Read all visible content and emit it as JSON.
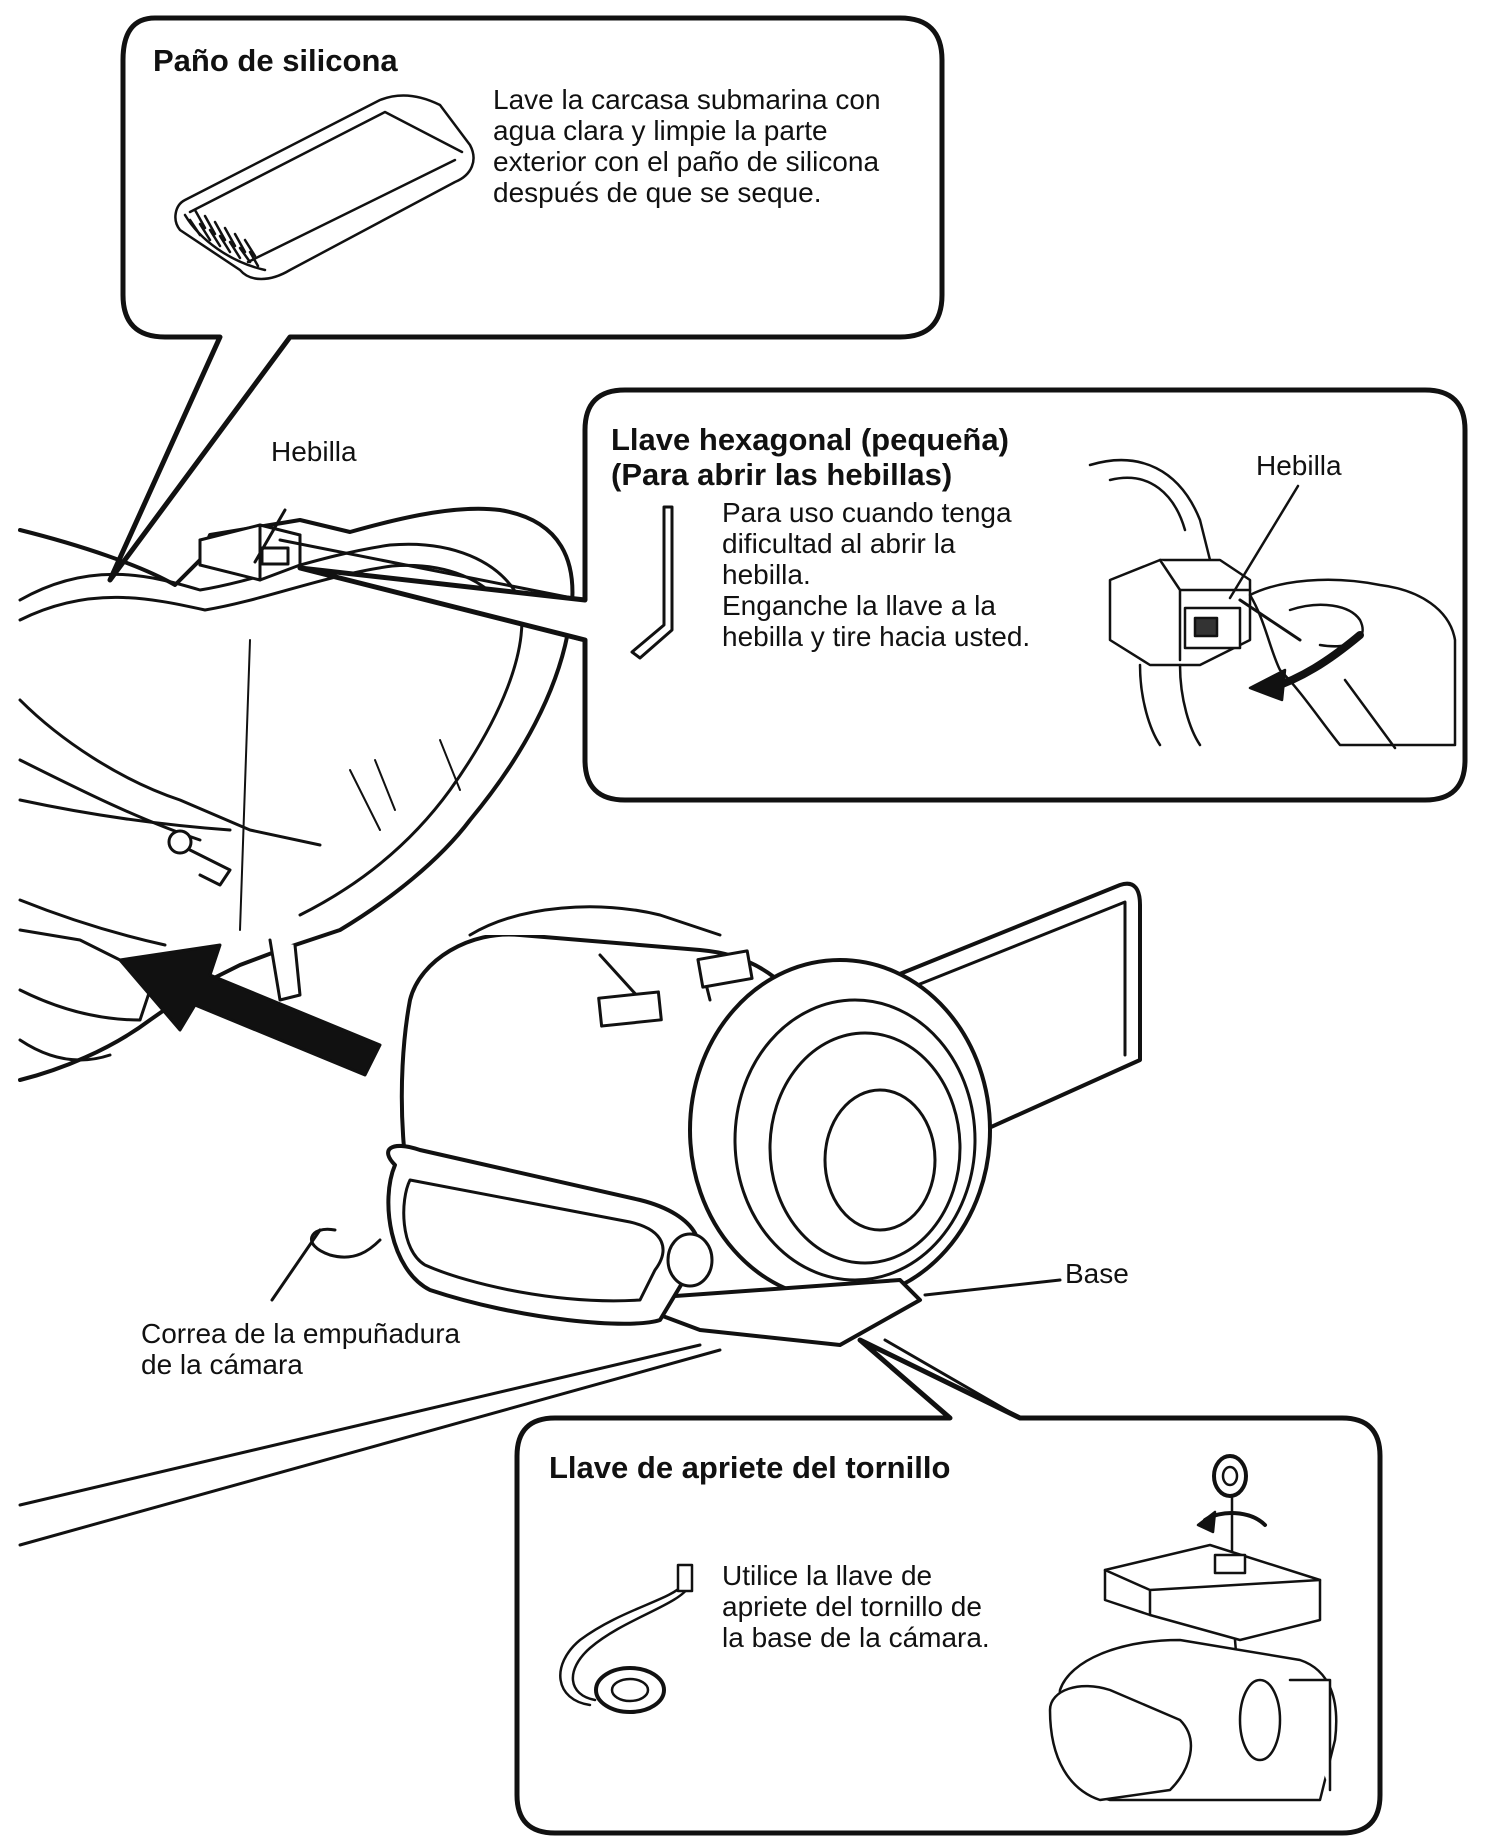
{
  "callouts": {
    "silicone_cloth": {
      "title": "Paño de silicona",
      "text_lines": [
        "Lave la carcasa submarina con",
        "agua clara y limpie la parte",
        "exterior con el paño de silicona",
        "después de que se seque."
      ]
    },
    "hex_key": {
      "title_lines": [
        "Llave hexagonal (pequeña)",
        "(Para abrir las hebillas)"
      ],
      "text_lines": [
        "Para uso cuando tenga",
        "dificultad al abrir la",
        "hebilla.",
        "Enganche la llave a la",
        "hebilla y tire hacia usted."
      ],
      "inset_label": "Hebilla"
    },
    "screw_key": {
      "title": "Llave de apriete del tornillo",
      "text_lines": [
        "Utilice la llave de",
        "apriete del tornillo de",
        "la base de la cámara."
      ]
    }
  },
  "labels": {
    "buckle": "Hebilla",
    "base": "Base",
    "grip_strap_lines": [
      "Correa de la empuñadura",
      "de la cámara"
    ]
  }
}
